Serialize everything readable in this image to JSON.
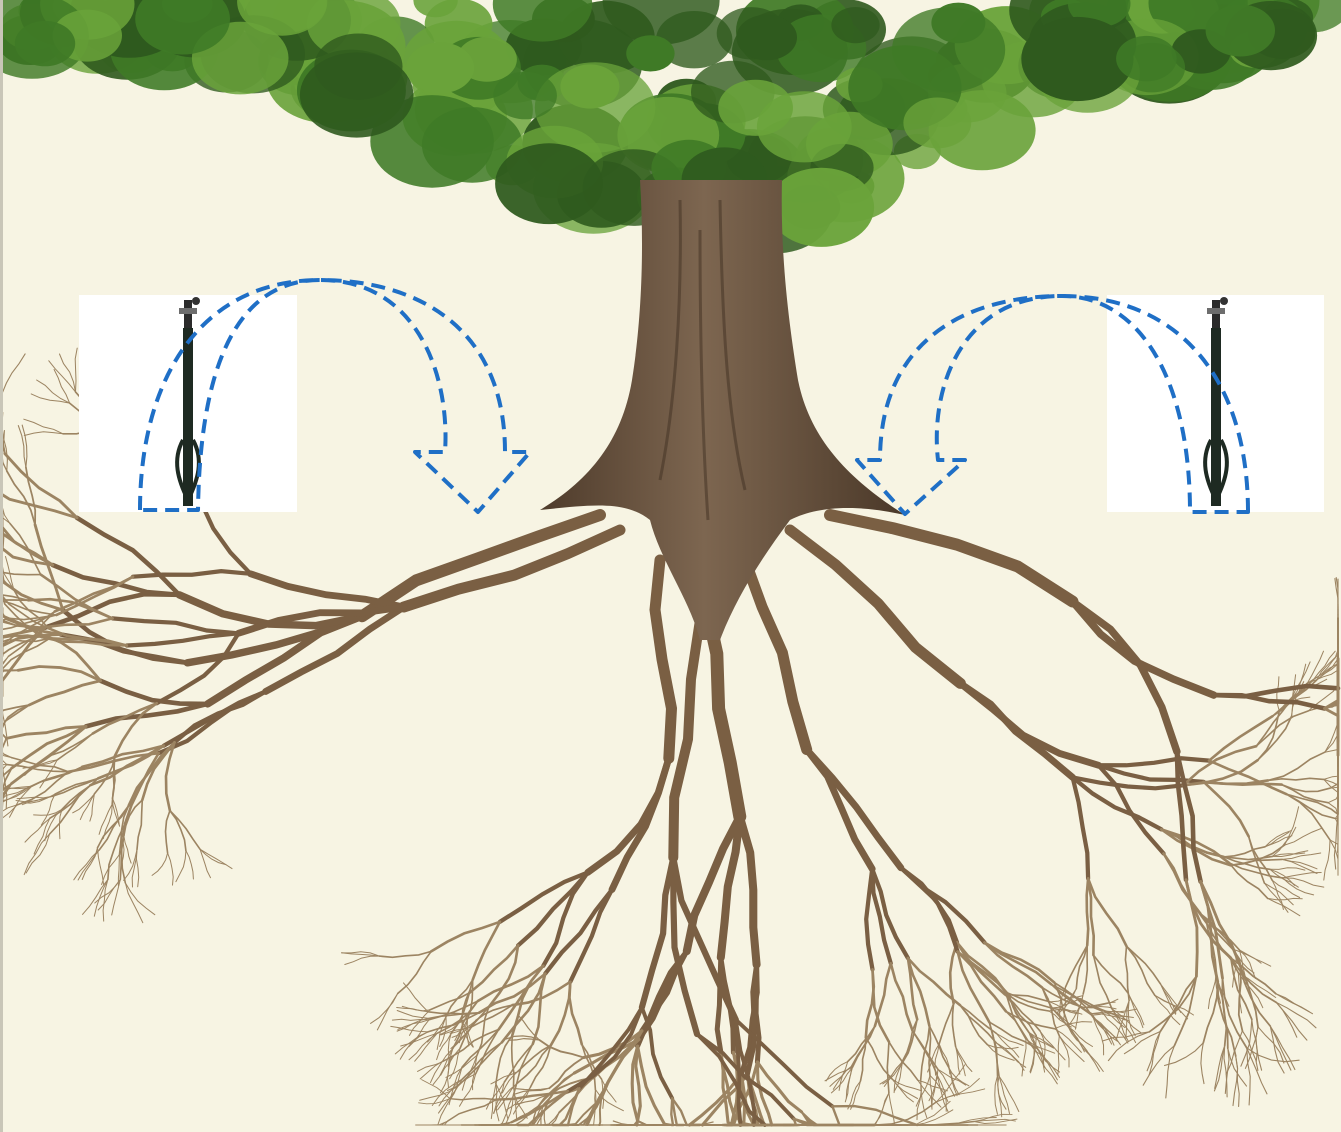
{
  "diagram": {
    "subject": "tree-with-root-system",
    "colors": {
      "background": "#f7f4e3",
      "foliage_dark": "#2f5a1e",
      "foliage_mid": "#3f7a26",
      "foliage_light": "#6aa33a",
      "trunk": "#6b5440",
      "trunk_dark": "#4e3b2b",
      "root": "#7a5f43",
      "root_fine": "#9c8462",
      "sprinkler_body": "#1e2a22",
      "panel": "#ffffff",
      "arrow_dashed": "#1f6fc6"
    },
    "icons": {
      "left_device": "sprinkler-stake-icon",
      "right_device": "sprinkler-stake-icon",
      "flow_arrows": "dashed-curved-arrow-icon"
    },
    "sprinklers": [
      {
        "side": "left",
        "spray_direction": "toward-trunk"
      },
      {
        "side": "right",
        "spray_direction": "toward-trunk"
      }
    ]
  }
}
